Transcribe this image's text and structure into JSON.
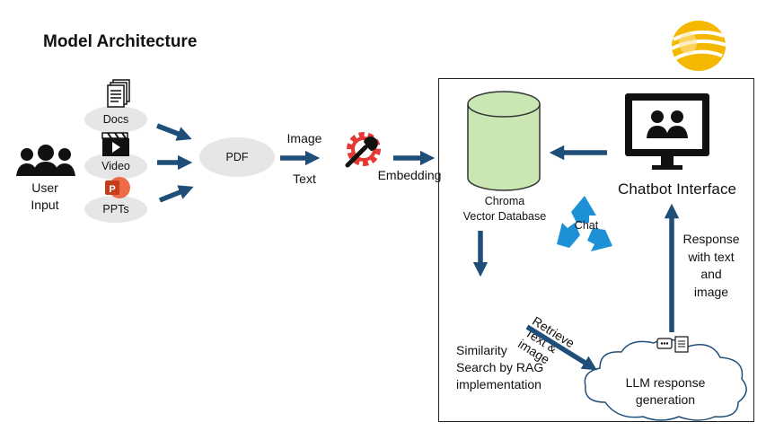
{
  "title": "Model Architecture",
  "user_input": "User\nInput",
  "sources": {
    "docs": "Docs",
    "video": "Video",
    "ppts": "PPTs"
  },
  "pdf": "PDF",
  "image_label": "Image",
  "text_label": "Text",
  "embedding": "Embedding",
  "db": {
    "line1": "Chroma",
    "line2": "Vector Database"
  },
  "chat": "Chat",
  "chatbot_interface": "Chatbot Interface",
  "response": "Response\nwith text\nand\nimage",
  "retrieve": "Retrieve\nText &\nimage",
  "similarity": "Similarity\nSearch by RAG\nimplementation",
  "llm": "LLM response\ngeneration",
  "colors": {
    "arrow": "#1f4e79",
    "db_fill": "#c9e6b3",
    "recycle": "#1e90d6",
    "gear": "#e53935",
    "logo": "#f5b800"
  }
}
